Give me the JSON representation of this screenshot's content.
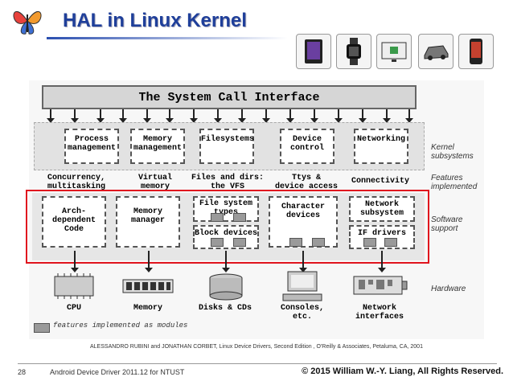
{
  "slide": {
    "title": "HAL in Linux Kernel",
    "page_number": "28",
    "course": "Android Device Driver 2011.12 for NTUST",
    "copyright": "© 2015  William W.-Y. Liang, All Rights Reserved.",
    "citation": "ALESSANDRO RUBINI and JONATHAN CORBET, Linux Device Drivers, Second Edition , O'Reilly & Associates, Petaluma, CA, 2001"
  },
  "header_icons": [
    "butterfly-logo-icon",
    "tablet-icon",
    "smartwatch-icon",
    "tv-icon",
    "car-icon",
    "phone-icon"
  ],
  "diagram": {
    "system_call": "The System Call Interface",
    "subsystems": [
      {
        "line1": "Process",
        "line2": "management"
      },
      {
        "line1": "Memory",
        "line2": "management"
      },
      {
        "line1": "Filesystems",
        "line2": ""
      },
      {
        "line1": "Device",
        "line2": "control"
      },
      {
        "line1": "Networking",
        "line2": ""
      }
    ],
    "features": [
      {
        "line1": "Concurrency,",
        "line2": "multitasking"
      },
      {
        "line1": "Virtual",
        "line2": "memory"
      },
      {
        "line1": "Files and dirs:",
        "line2": "the VFS"
      },
      {
        "line1": "Ttys &",
        "line2": "device access"
      },
      {
        "line1": "Connectivity",
        "line2": ""
      }
    ],
    "software": {
      "arch": {
        "line1": "Arch-",
        "line2": "dependent",
        "line3": "Code"
      },
      "memmgr": {
        "line1": "Memory",
        "line2": "manager"
      },
      "fstypes": {
        "line1": "File system",
        "line2": "types"
      },
      "block": "Block devices",
      "chardev": {
        "line1": "Character",
        "line2": "devices"
      },
      "netsub": {
        "line1": "Network",
        "line2": "subsystem"
      },
      "ifdrivers": "IF drivers"
    },
    "hardware": [
      {
        "line1": "CPU",
        "line2": ""
      },
      {
        "line1": "Memory",
        "line2": ""
      },
      {
        "line1": "Disks & CDs",
        "line2": ""
      },
      {
        "line1": "Consoles,",
        "line2": "etc."
      },
      {
        "line1": "Network",
        "line2": "interfaces"
      }
    ],
    "side_labels": {
      "kernel": {
        "line1": "Kernel",
        "line2": "subsystems"
      },
      "features": {
        "line1": "Features",
        "line2": "implemented"
      },
      "software": {
        "line1": "Software",
        "line2": "support"
      },
      "hardware": "Hardware"
    },
    "legend": "features implemented as modules"
  },
  "colors": {
    "title": "#1f3f9a",
    "highlight": "#e0141e"
  }
}
